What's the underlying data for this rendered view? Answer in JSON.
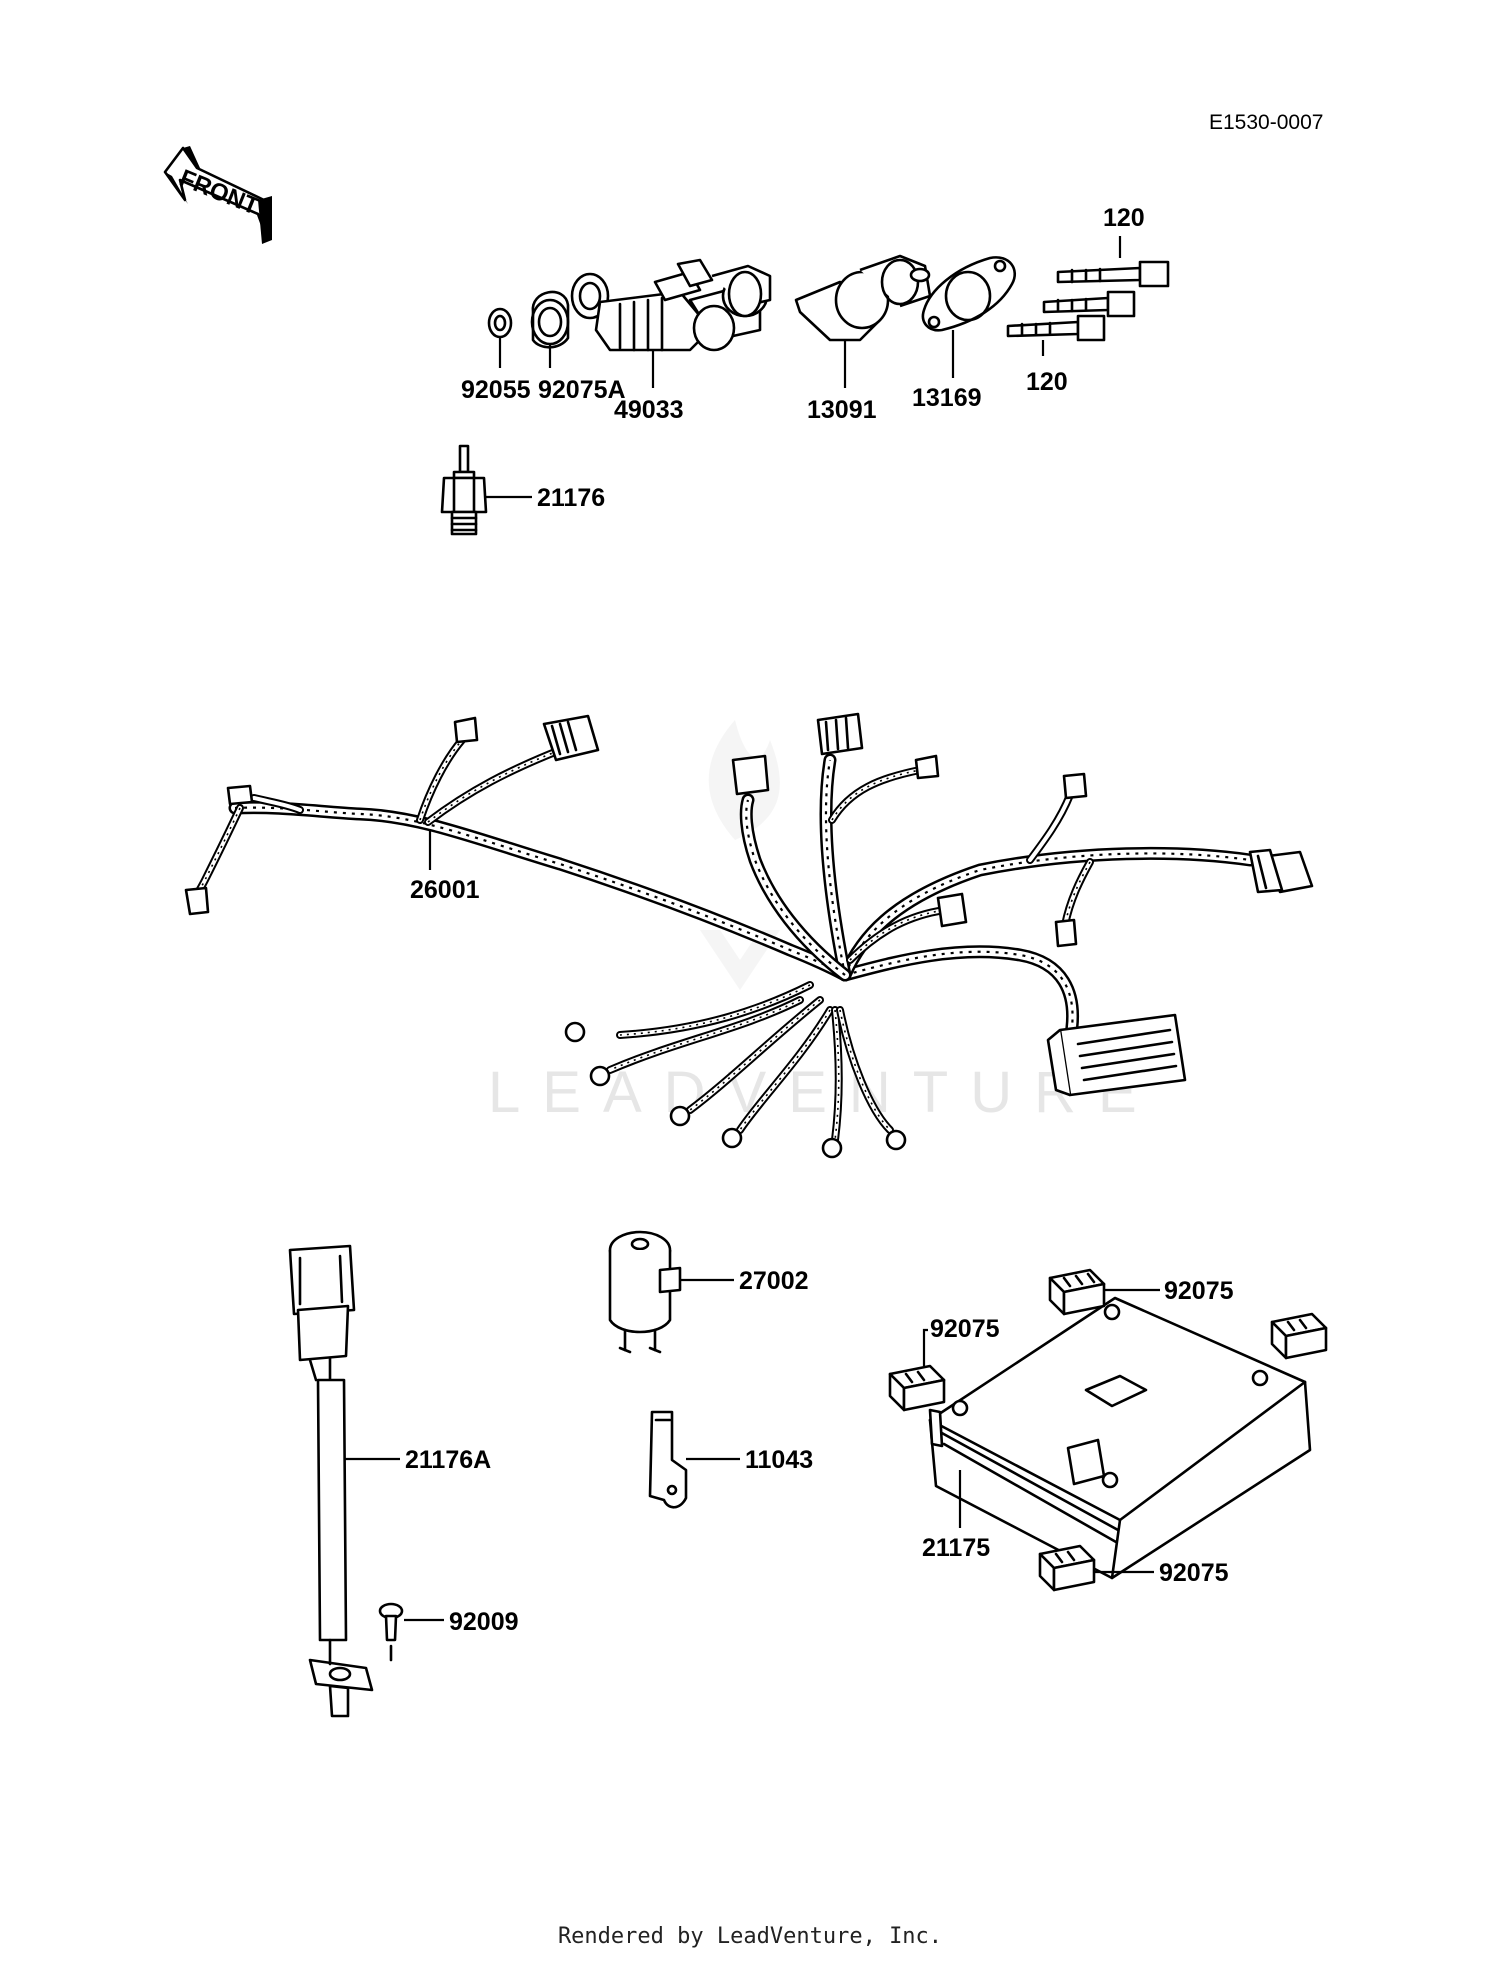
{
  "diagram_code": "E1530-0007",
  "front_arrow_text": "FRONT",
  "watermark": "LEADVENTURE",
  "footer": "Rendered by LeadVenture, Inc.",
  "part_numbers": {
    "p92055": "92055",
    "p92075A": "92075A",
    "p49033": "49033",
    "p13091": "13091",
    "p13169": "13169",
    "p120": "120",
    "p21176": "21176",
    "p26001": "26001",
    "p27002": "27002",
    "p11043": "11043",
    "p21176A": "21176A",
    "p92009": "92009",
    "p92075": "92075",
    "p21175": "21175"
  }
}
